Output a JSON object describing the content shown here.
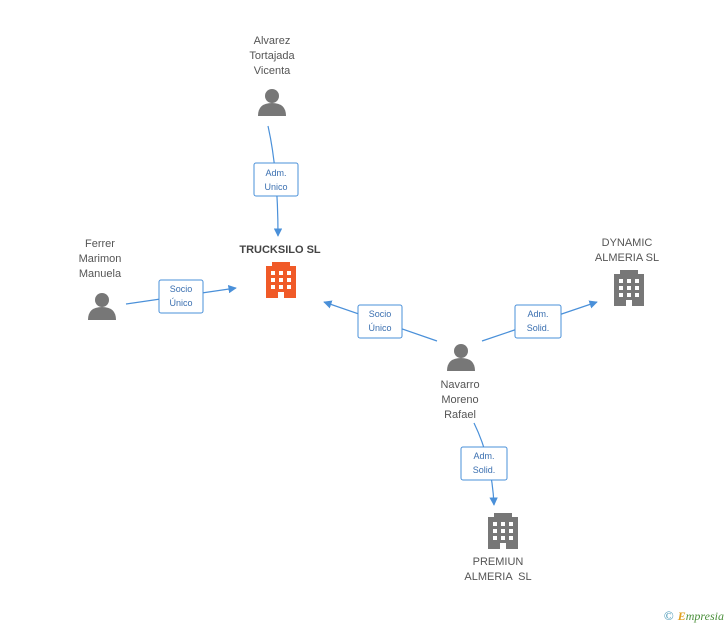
{
  "colors": {
    "edge": "#4a90d9",
    "person": "#777777",
    "company": "#777777",
    "company_main": "#f05a28"
  },
  "nodes": [
    {
      "id": "alvarez",
      "type": "person",
      "icon": "person-icon",
      "label": [
        "Alvarez",
        "Tortajada",
        "Vicenta"
      ]
    },
    {
      "id": "trucksilo",
      "type": "company_main",
      "icon": "building-icon",
      "label": [
        "TRUCKSILO SL"
      ]
    },
    {
      "id": "ferrer",
      "type": "person",
      "icon": "person-icon",
      "label": [
        "Ferrer",
        "Marimon",
        "Manuela"
      ]
    },
    {
      "id": "dynamic",
      "type": "company",
      "icon": "building-icon",
      "label": [
        "DYNAMIC",
        "ALMERIA SL"
      ]
    },
    {
      "id": "navarro",
      "type": "person",
      "icon": "person-icon",
      "label": [
        "Navarro",
        "Moreno",
        "Rafael"
      ]
    },
    {
      "id": "premiun",
      "type": "company",
      "icon": "building-icon",
      "label": [
        "PREMIUN",
        "ALMERIA  SL"
      ]
    }
  ],
  "edges": [
    {
      "from": "alvarez",
      "to": "trucksilo",
      "label": [
        "Adm.",
        "Unico"
      ]
    },
    {
      "from": "ferrer",
      "to": "trucksilo",
      "label": [
        "Socio",
        "Único"
      ]
    },
    {
      "from": "navarro",
      "to": "trucksilo",
      "label": [
        "Socio",
        "Único"
      ]
    },
    {
      "from": "navarro",
      "to": "dynamic",
      "label": [
        "Adm.",
        "Solid."
      ]
    },
    {
      "from": "navarro",
      "to": "premiun",
      "label": [
        "Adm.",
        "Solid."
      ]
    }
  ],
  "watermark": {
    "symbol": "©",
    "brand_initial": "E",
    "brand_rest": "mpresia"
  }
}
